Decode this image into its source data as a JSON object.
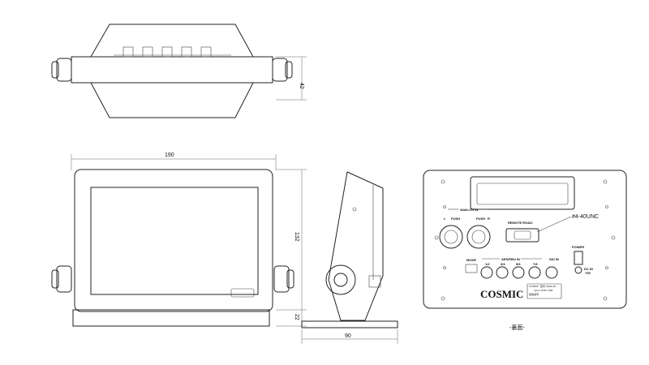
{
  "dimensions": {
    "height_top": "42",
    "width_front": "190",
    "height_front": "132",
    "base_height": "22",
    "depth_side": "90"
  },
  "rear_panel": {
    "analog_in": "ANALOG IN",
    "left": "L",
    "right": "R",
    "push": "PUSH",
    "remote": "REMOTE RS422",
    "screw": "#4-40UNC",
    "power": "POWER",
    "mode": "MODE",
    "aes_in": "AES/EBU IN",
    "aes_channels": [
      "1/2",
      "3/4",
      "5/6",
      "7/8"
    ],
    "sdi_in": "SDI IN",
    "dc_in": "DC IN",
    "dc_voltage": "+5V",
    "brand": "COSMIC",
    "plate_brand": "COSMIC",
    "plate_model": "型式 LM3a-2G",
    "plate_input": "Input: DC5V  10W",
    "plate_serial": "製造番号"
  },
  "caption": "-裏面-"
}
